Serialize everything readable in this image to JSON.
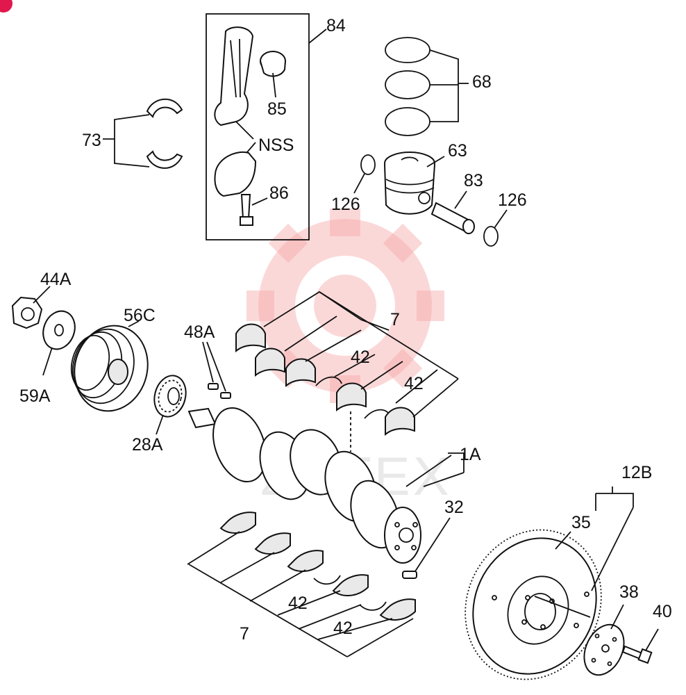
{
  "watermark": {
    "text": "ZHTEX",
    "color": "#f7a8a8"
  },
  "badge_color": "#e0184d",
  "callouts": {
    "c84": "84",
    "c85": "85",
    "cNSS": "NSS",
    "c86": "86",
    "c73": "73",
    "c68": "68",
    "c63": "63",
    "c83": "83",
    "c126a": "126",
    "c126b": "126",
    "c44A": "44A",
    "c56C": "56C",
    "c59A": "59A",
    "c48A": "48A",
    "c28A": "28A",
    "c7top": "7",
    "c42a": "42",
    "c42b": "42",
    "c1A": "1A",
    "c32": "32",
    "c12B": "12B",
    "c35": "35",
    "c38": "38",
    "c40": "40",
    "c42c": "42",
    "c42d": "42",
    "c7bot": "7"
  }
}
